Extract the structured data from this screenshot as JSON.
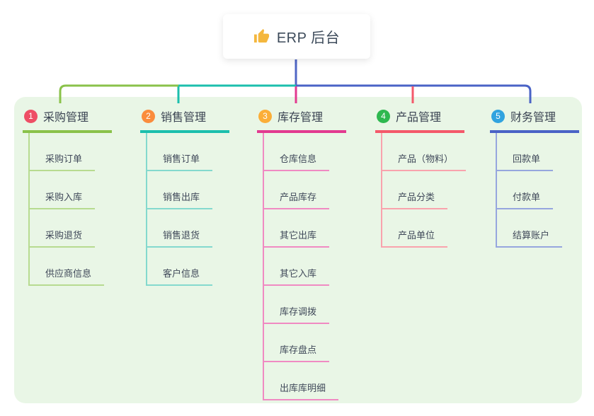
{
  "root": {
    "label": "ERP 后台",
    "icon": "thumbs-up-icon",
    "icon_color": "#f4b73e",
    "line_color": "#5066c5",
    "card_bg": "#ffffff"
  },
  "canvas": {
    "background": "#ffffff",
    "panel_bg": "#e9f6e6"
  },
  "colors": {
    "root_text": "#3c4a5a",
    "branch_header_text": "#3a4352",
    "child_text": "#40495a"
  },
  "branches": [
    {
      "badge": "1",
      "badge_color": "#ee4e65",
      "label": "采购管理",
      "line_color": "#8ac24a",
      "light_line_color": "#b7db90",
      "children": [
        "采购订单",
        "采购入库",
        "采购退货",
        "供应商信息"
      ]
    },
    {
      "badge": "2",
      "badge_color": "#fa8c3c",
      "label": "销售管理",
      "line_color": "#1cbfad",
      "light_line_color": "#84d9ce",
      "children": [
        "销售订单",
        "销售出库",
        "销售退货",
        "客户信息"
      ]
    },
    {
      "badge": "3",
      "badge_color": "#fbae38",
      "label": "库存管理",
      "line_color": "#e23a90",
      "light_line_color": "#f08ac2",
      "children": [
        "仓库信息",
        "产品库存",
        "其它出库",
        "其它入库",
        "库存调拨",
        "库存盘点",
        "出库库明细"
      ]
    },
    {
      "badge": "4",
      "badge_color": "#2eb84f",
      "label": "产品管理",
      "line_color": "#f4596b",
      "light_line_color": "#f9a3ad",
      "children": [
        "产品（物料）",
        "产品分类",
        "产品单位"
      ]
    },
    {
      "badge": "5",
      "badge_color": "#31a3df",
      "label": "财务管理",
      "line_color": "#4a63c6",
      "light_line_color": "#96a6de",
      "children": [
        "回款单",
        "付款单",
        "结算账户"
      ]
    }
  ]
}
